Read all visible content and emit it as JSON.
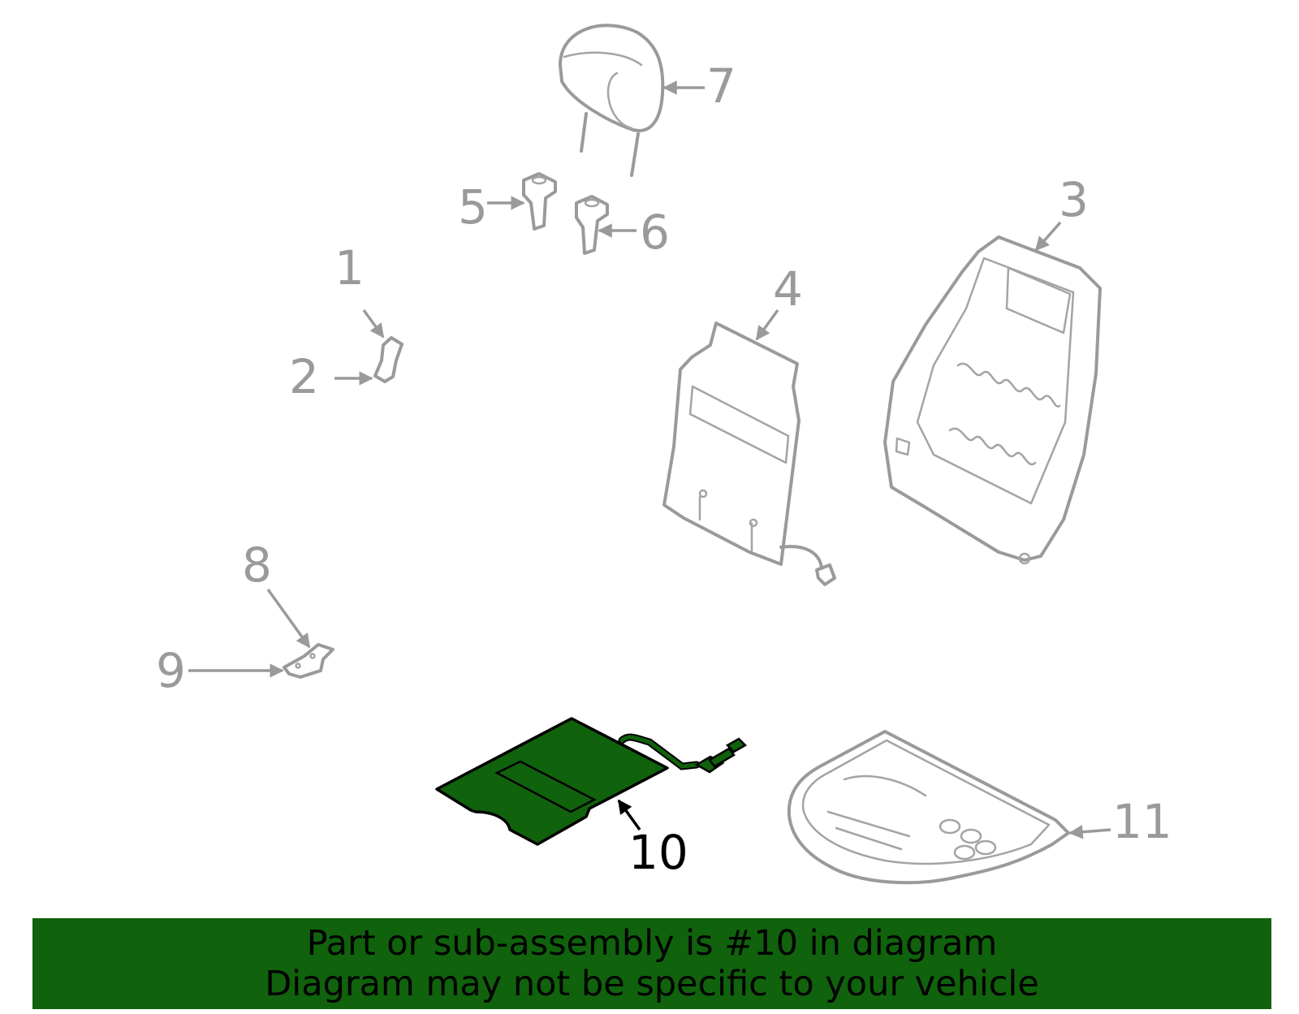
{
  "callouts": [
    "1",
    "2",
    "3",
    "4",
    "5",
    "6",
    "7",
    "8",
    "9",
    "10",
    "11"
  ],
  "highlighted_part": "10",
  "colors": {
    "highlight": "#10620c",
    "part_stroke": "#9a9a9a",
    "banner_bg": "#10620c",
    "banner_text": "#000000"
  },
  "banner": {
    "line1": "Part or sub-assembly is #10 in diagram",
    "line2": "Diagram may not be specific to your vehicle"
  }
}
